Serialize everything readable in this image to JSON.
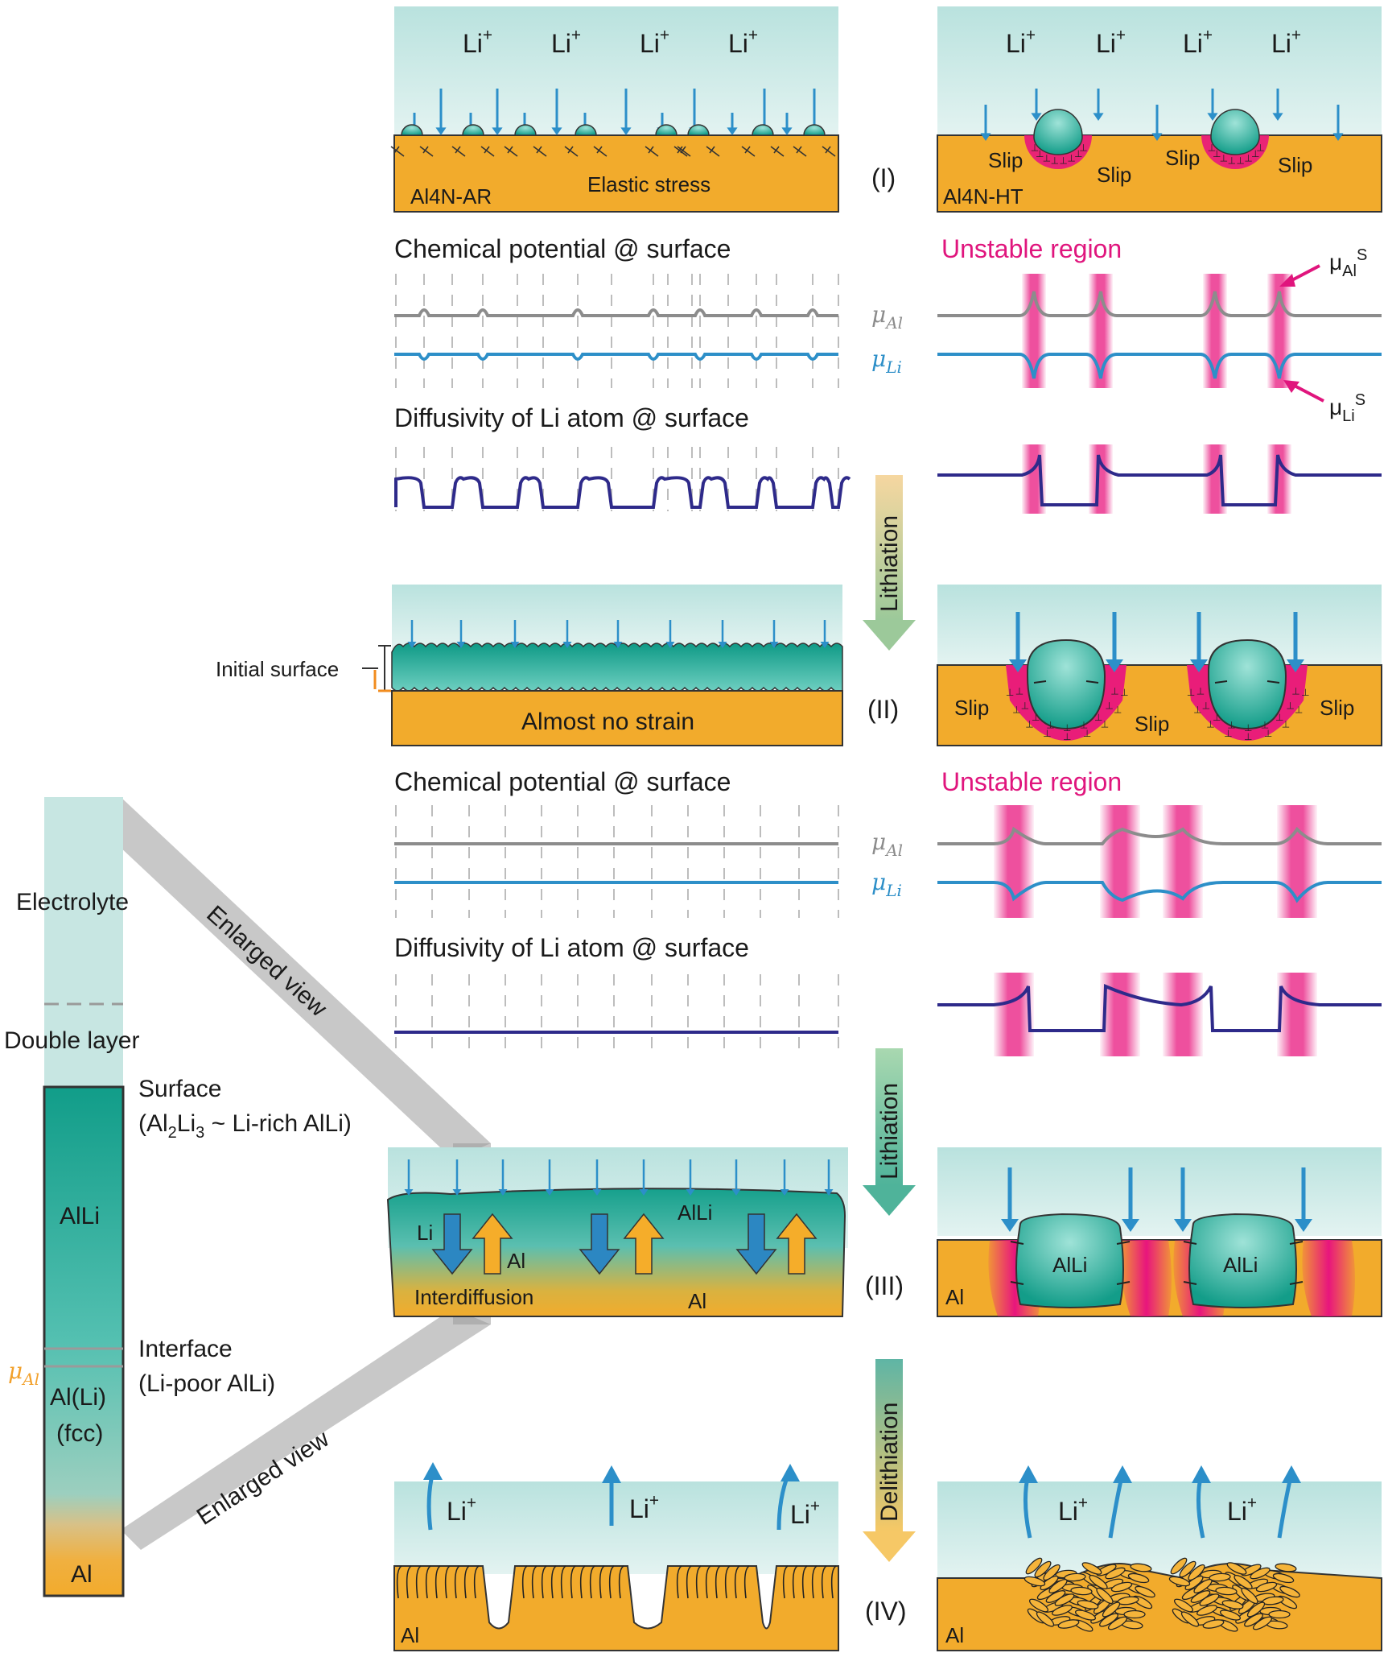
{
  "colors": {
    "electrolyte": "#cfe9e6",
    "al": "#f2ab2c",
    "alli": "#1aa58f",
    "pink": "#e8157d",
    "mu_al": "#8c8c8c",
    "mu_li": "#2d8fc8",
    "diffusivity": "#2e2a8a",
    "arrow_blue": "#2c8fc9",
    "label_pink": "#e0157d",
    "lithiation_green": "#8fc9a5",
    "delithiation_orange": "#f6c866"
  },
  "ions": {
    "li_plus": "Li",
    "plus": "+"
  },
  "stage_labels": [
    "(I)",
    "(II)",
    "(III)",
    "(IV)"
  ],
  "stage1": {
    "left_label": "Al4N-AR",
    "elastic": "Elastic stress",
    "right_label": "Al4N-HT",
    "slip": "Slip"
  },
  "plots": {
    "chem_title": "Chemical potential @ surface",
    "diff_title": "Diffusivity of Li atom @ surface",
    "unstable": "Unstable region",
    "mu": "μ",
    "sub_al": "Al",
    "sub_li": "Li",
    "sup_s": "S"
  },
  "stage2": {
    "initial_surface": "Initial surface",
    "almost_no_strain": "Almost no strain",
    "slip": "Slip"
  },
  "stage3": {
    "li": "Li",
    "al": "Al",
    "alli": "AlLi",
    "interdiffusion": "Interdiffusion"
  },
  "stage4": {
    "al": "Al"
  },
  "arrows": {
    "lithiation": "Lithiation",
    "delithiation": "Delithiation"
  },
  "column": {
    "electrolyte": "Electrolyte",
    "double_layer": "Double layer",
    "surface_line1": "Surface",
    "surface_line2_a": "(Al",
    "surface_line2_sub1": "2",
    "surface_line2_b": "Li",
    "surface_line2_sub2": "3",
    "surface_line2_c": " ~ Li-rich AlLi)",
    "alli": "AlLi",
    "interface_line1": "Interface",
    "interface_line2": "(Li-poor AlLi)",
    "al_li": "Al(Li)",
    "fcc": "(fcc)",
    "al": "Al",
    "mu": "μ",
    "mu_sub": "Al"
  },
  "enlarged_view": "Enlarged view"
}
